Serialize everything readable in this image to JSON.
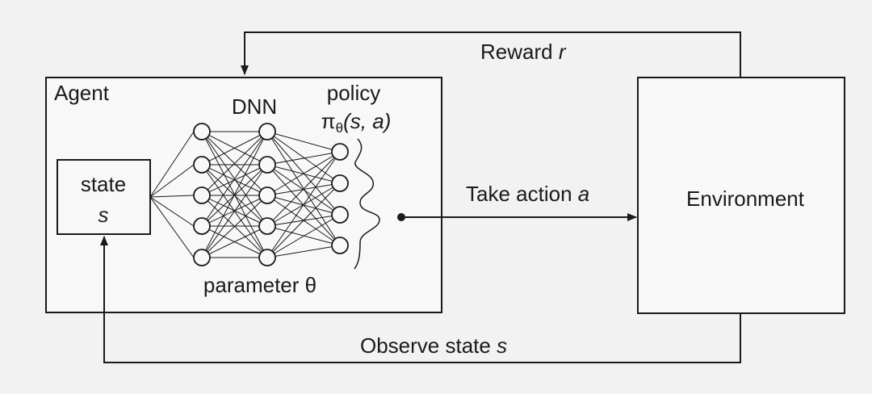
{
  "diagram": {
    "agent_label": "Agent",
    "environment_label": "Environment",
    "state": {
      "label": "state",
      "symbol": "s"
    },
    "dnn_label": "DNN",
    "policy": {
      "label": "policy",
      "symbol": "π",
      "subscript": "θ",
      "args": "(s, a)"
    },
    "parameter_label": "parameter θ",
    "reward": {
      "text": "Reward ",
      "symbol": "r"
    },
    "action": {
      "text": "Take action ",
      "symbol": "a"
    },
    "observe": {
      "text": "Observe state ",
      "symbol": "s"
    },
    "network_layers": [
      5,
      5,
      4
    ],
    "colors": {
      "line": "#1a1a1a",
      "box_fill": "#f8f8f8",
      "background": "#f2f2f2"
    }
  }
}
